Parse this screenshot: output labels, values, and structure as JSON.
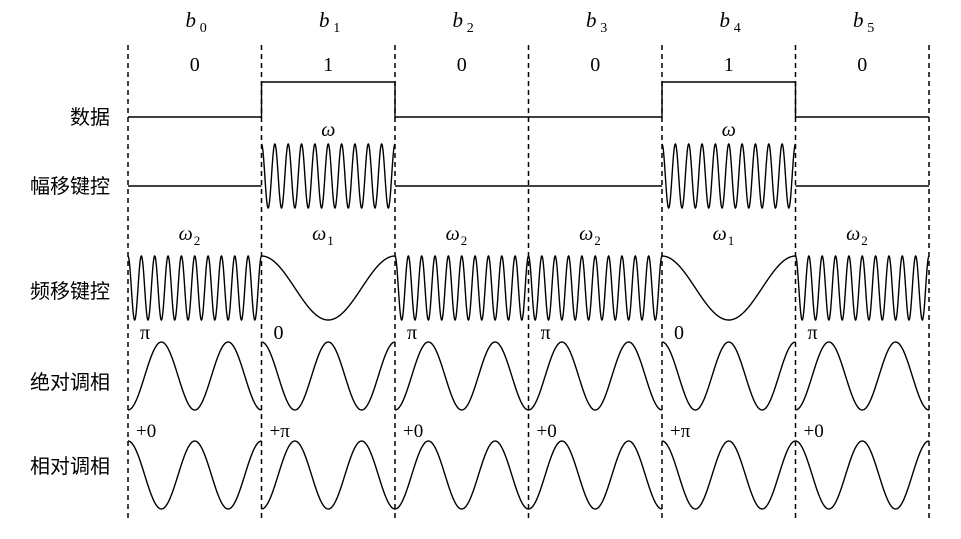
{
  "row_labels": {
    "data": "数据",
    "ask": "幅移键控",
    "fsk": "频移键控",
    "abs_psk": "绝对调相",
    "rel_psk": "相对调相"
  },
  "bits": [
    {
      "name": "b",
      "sub": "0",
      "value": "0",
      "ask_label": "",
      "fsk_label": "ω",
      "fsk_sub": "2",
      "abs_phase": "π",
      "rel_phase": "+0"
    },
    {
      "name": "b",
      "sub": "1",
      "value": "1",
      "ask_label": "ω",
      "fsk_label": "ω",
      "fsk_sub": "1",
      "abs_phase": "0",
      "rel_phase": "+π"
    },
    {
      "name": "b",
      "sub": "2",
      "value": "0",
      "ask_label": "",
      "fsk_label": "ω",
      "fsk_sub": "2",
      "abs_phase": "π",
      "rel_phase": "+0"
    },
    {
      "name": "b",
      "sub": "3",
      "value": "0",
      "ask_label": "",
      "fsk_label": "ω",
      "fsk_sub": "2",
      "abs_phase": "π",
      "rel_phase": "+0"
    },
    {
      "name": "b",
      "sub": "4",
      "value": "1",
      "ask_label": "ω",
      "fsk_label": "ω",
      "fsk_sub": "1",
      "abs_phase": "0",
      "rel_phase": "+π"
    },
    {
      "name": "b",
      "sub": "5",
      "value": "0",
      "ask_label": "",
      "fsk_label": "ω",
      "fsk_sub": "2",
      "abs_phase": "π",
      "rel_phase": "+0"
    }
  ]
}
